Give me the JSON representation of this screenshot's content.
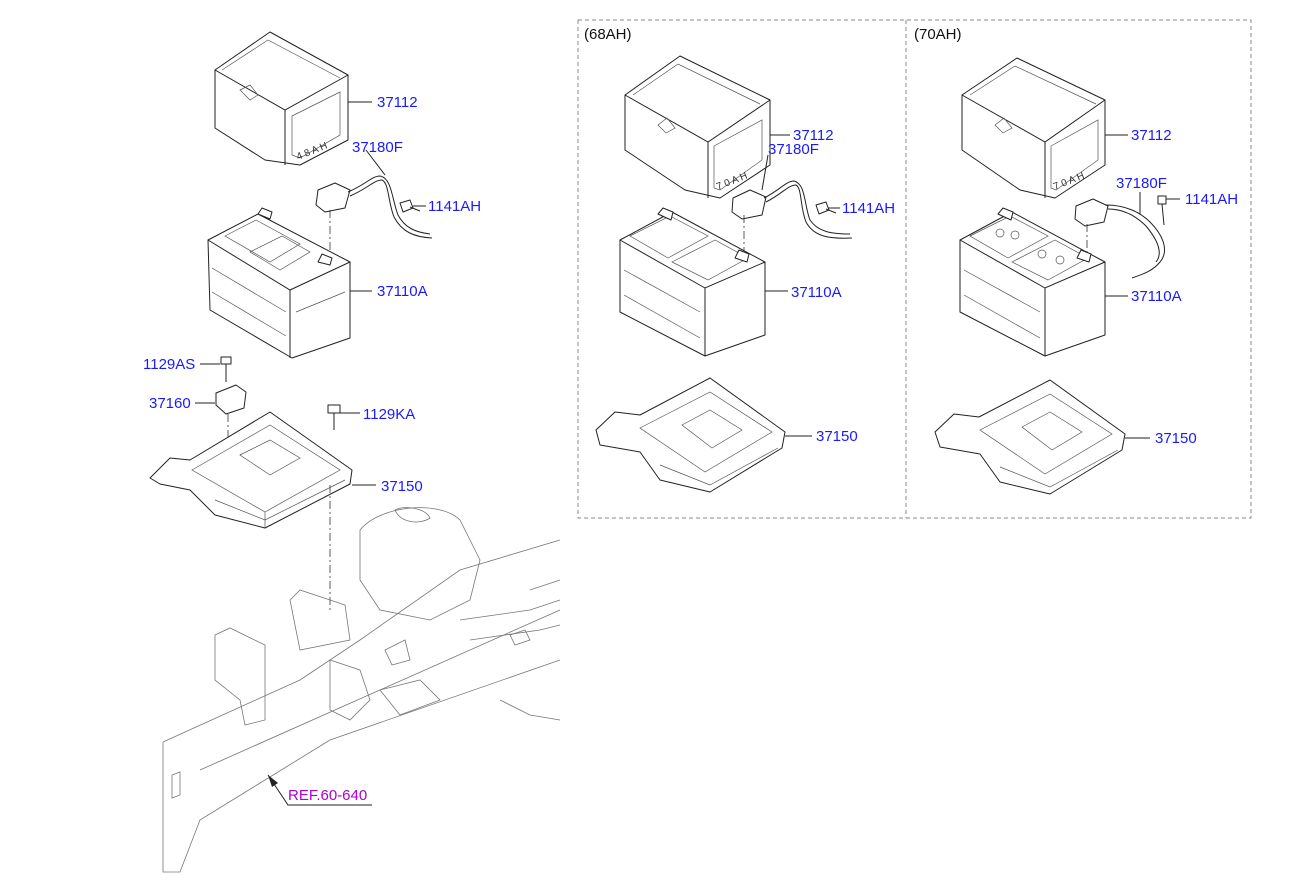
{
  "variants": {
    "ah68": "(68AH)",
    "ah70": "(70AH)"
  },
  "parts": {
    "tray_cover": "37112",
    "cable": "37180F",
    "bolt_cable": "1141AH",
    "battery": "37110A",
    "bolt_as": "1129AS",
    "bracket": "37160",
    "bolt_ka": "1129KA",
    "tray": "37150"
  },
  "reference": "REF.60-640",
  "colors": {
    "part_label": "#1a1aff",
    "reference_label": "#b000d0",
    "line": "#222222"
  }
}
